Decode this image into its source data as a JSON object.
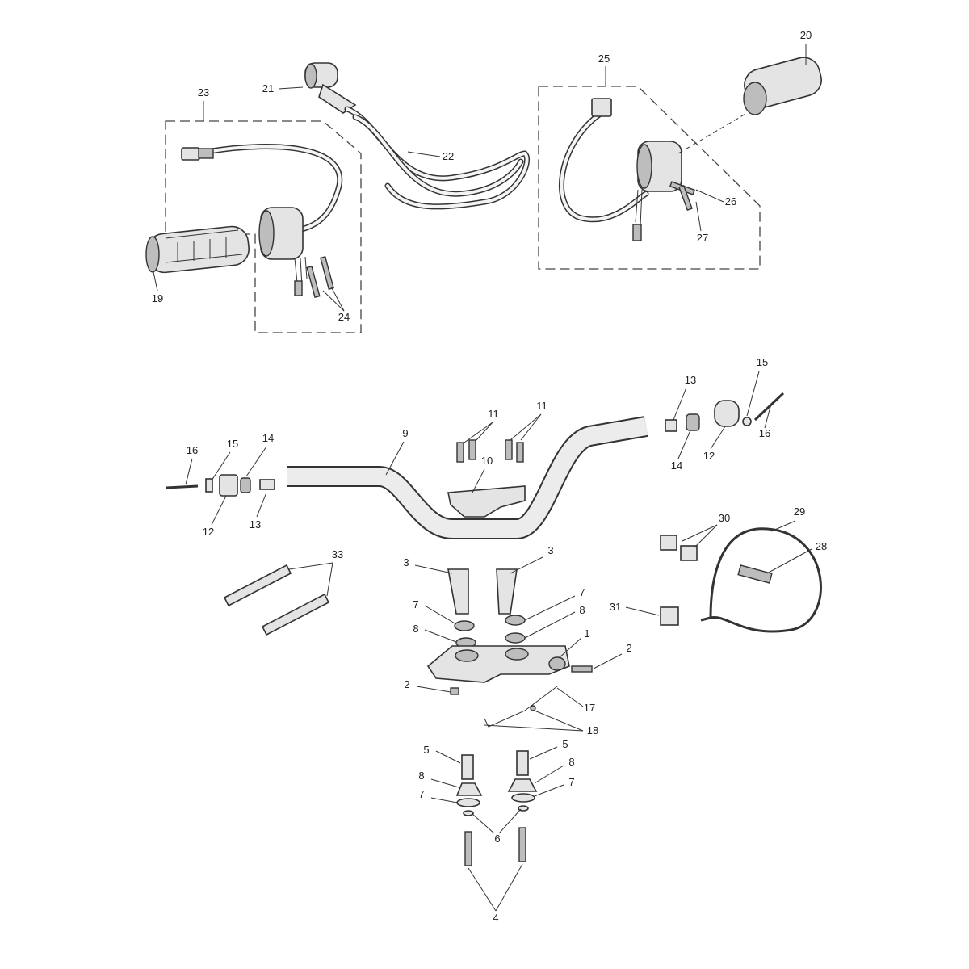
{
  "diagram": {
    "type": "exploded parts diagram",
    "callouts": [
      "21",
      "22",
      "23",
      "25",
      "20",
      "26",
      "27",
      "19",
      "24",
      "16",
      "15",
      "14",
      "9",
      "11",
      "11",
      "10",
      "12",
      "13",
      "13",
      "15",
      "14",
      "12",
      "16",
      "33",
      "3",
      "3",
      "7",
      "8",
      "7",
      "8",
      "1",
      "2",
      "2",
      "17",
      "18",
      "30",
      "29",
      "28",
      "31",
      "5",
      "5",
      "8",
      "8",
      "7",
      "7",
      "6",
      "4"
    ]
  }
}
